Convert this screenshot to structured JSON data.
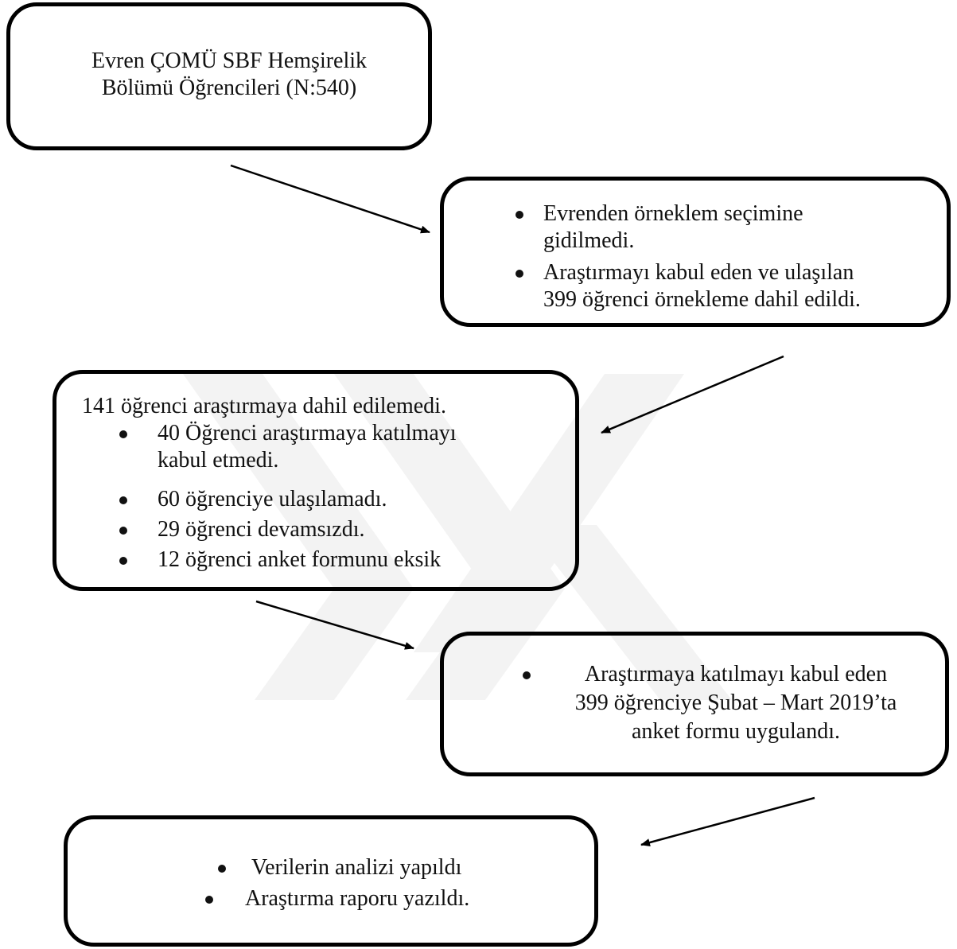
{
  "box1": {
    "lines": [
      "Evren ÇOMÜ SBF Hemşirelik",
      "Bölümü Öğrencileri (N:540)"
    ]
  },
  "box2": {
    "items": [
      {
        "lines": [
          "Evrenden örneklem seçimine",
          "gidilmedi."
        ]
      },
      {
        "lines": [
          "Araştırmayı kabul eden ve ulaşılan",
          "399 öğrenci örnekleme dahil edildi."
        ]
      }
    ]
  },
  "box3": {
    "heading": "141 öğrenci araştırmaya dahil edilemedi.",
    "items": [
      {
        "lines": [
          "40 Öğrenci araştırmaya katılmayı",
          "kabul etmedi."
        ]
      },
      {
        "lines": [
          "60 öğrenciye ulaşılamadı."
        ]
      },
      {
        "lines": [
          "29 öğrenci devamsızdı."
        ]
      },
      {
        "lines": [
          "12 öğrenci anket formunu eksik"
        ]
      }
    ]
  },
  "box4": {
    "lines": [
      "Araştırmaya katılmayı kabul eden",
      "399 öğrenciye Şubat – Mart 2019’ta",
      "anket formu uygulandı."
    ]
  },
  "box5": {
    "items": [
      "Verilerin analizi yapıldı",
      "Araştırma raporu yazıldı."
    ]
  },
  "colors": {
    "border": "#000000",
    "text": "#111111",
    "watermark": "#f2f2f2"
  }
}
